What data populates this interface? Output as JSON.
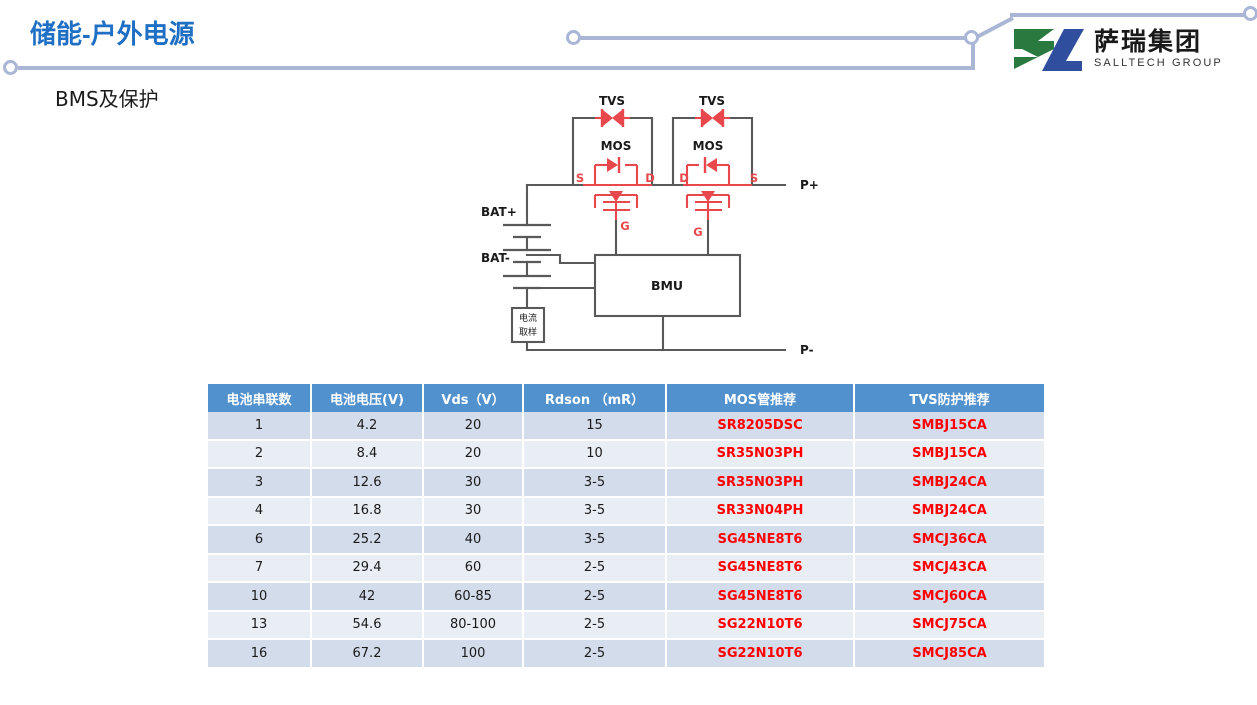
{
  "header": {
    "title": "储能-户外电源",
    "subtitle": "BMS及保护",
    "logo": {
      "cn": "萨瑞集团",
      "en": "SALLTECH GROUP",
      "green": "#2a7a3f",
      "blue": "#2f4e9e"
    },
    "accent_color": "#1f6fc4",
    "deco_color": "#aab6d6"
  },
  "diagram": {
    "name": "bms-protection-circuit",
    "labels": {
      "tvs_left": "TVS",
      "tvs_right": "TVS",
      "mos_left": "MOS",
      "mos_right": "MOS",
      "mos_left_s": "S",
      "mos_left_d": "D",
      "mos_left_g": "G",
      "mos_right_d": "D",
      "mos_right_s": "S",
      "mos_right_g": "G",
      "bat_plus": "BAT+",
      "bat_minus": "BAT-",
      "p_plus": "P+",
      "p_minus": "P-",
      "bmu": "BMU",
      "shunt_line1": "电流",
      "shunt_line2": "取样"
    },
    "wire_color": "#595959",
    "device_color": "#e8484c"
  },
  "table": {
    "name": "mos-tvs-selection-table",
    "header_color": "#5191ce",
    "part_color": "#ff0000",
    "columns": [
      "电池串联数",
      "电池电压(V)",
      "Vds（V）",
      "Rdson （mR）",
      "MOS管推荐",
      "TVS防护推荐"
    ],
    "rows": [
      [
        "1",
        "4.2",
        "20",
        "15",
        "SR8205DSC",
        "SMBJ15CA"
      ],
      [
        "2",
        "8.4",
        "20",
        "10",
        "SR35N03PH",
        "SMBJ15CA"
      ],
      [
        "3",
        "12.6",
        "30",
        "3-5",
        "SR35N03PH",
        "SMBJ24CA"
      ],
      [
        "4",
        "16.8",
        "30",
        "3-5",
        "SR33N04PH",
        "SMBJ24CA"
      ],
      [
        "6",
        "25.2",
        "40",
        "3-5",
        "SG45NE8T6",
        "SMCJ36CA"
      ],
      [
        "7",
        "29.4",
        "60",
        "2-5",
        "SG45NE8T6",
        "SMCJ43CA"
      ],
      [
        "10",
        "42",
        "60-85",
        "2-5",
        "SG45NE8T6",
        "SMCJ60CA"
      ],
      [
        "13",
        "54.6",
        "80-100",
        "2-5",
        "SG22N10T6",
        "SMCJ75CA"
      ],
      [
        "16",
        "67.2",
        "100",
        "2-5",
        "SG22N10T6",
        "SMCJ85CA"
      ]
    ]
  }
}
